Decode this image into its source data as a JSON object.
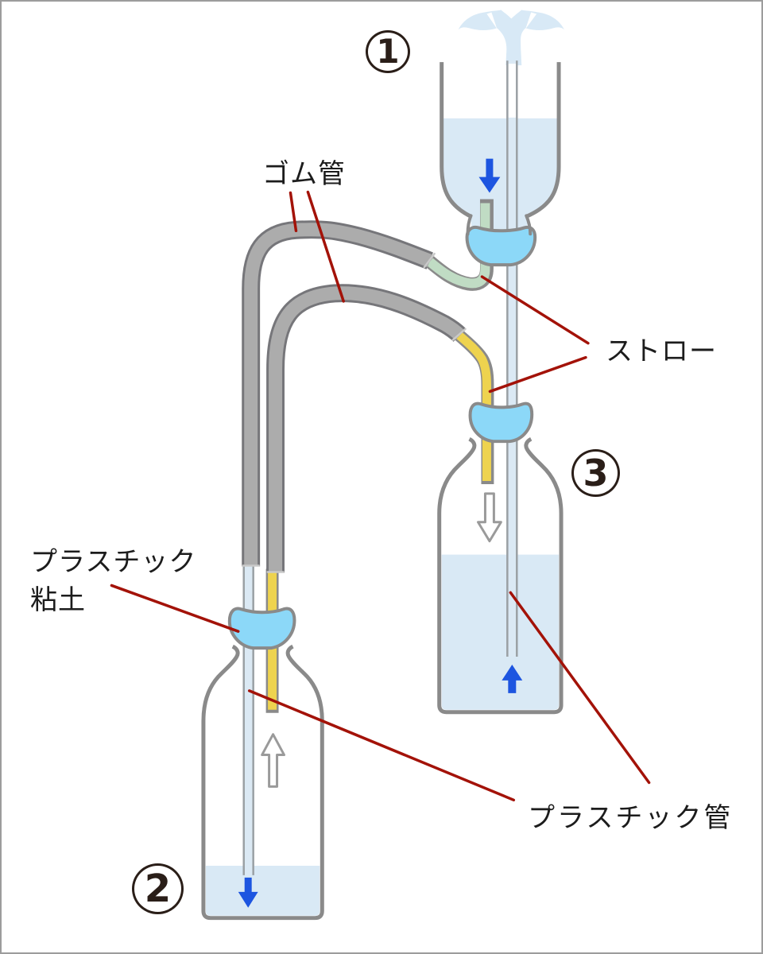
{
  "diagram": {
    "labels": {
      "rubber_tube": "ゴム管",
      "straw": "ストロー",
      "plastic_clay_line1": "プラスチック",
      "plastic_clay_line2": "粘土",
      "plastic_pipe": "プラスチック管"
    },
    "steps": [
      {
        "label": "1"
      },
      {
        "label": "2"
      },
      {
        "label": "3"
      }
    ],
    "colors": {
      "water": "#d9e9f5",
      "fountain_spray": "#d8e9f6",
      "clay_blue": "#8cd8f8",
      "rubber_tube_gray": "#acacac",
      "rubber_tube_outline": "#76767a",
      "straw_green": "#c0dcc4",
      "straw_yellow": "#eed34f",
      "bottle_outline": "#8a8a8a",
      "plastic_tube_fill": "#dbe9f4",
      "arrow_blue": "#1d55e0",
      "annotation_red": "#a31208",
      "text_dark": "#1c1c1c"
    }
  }
}
